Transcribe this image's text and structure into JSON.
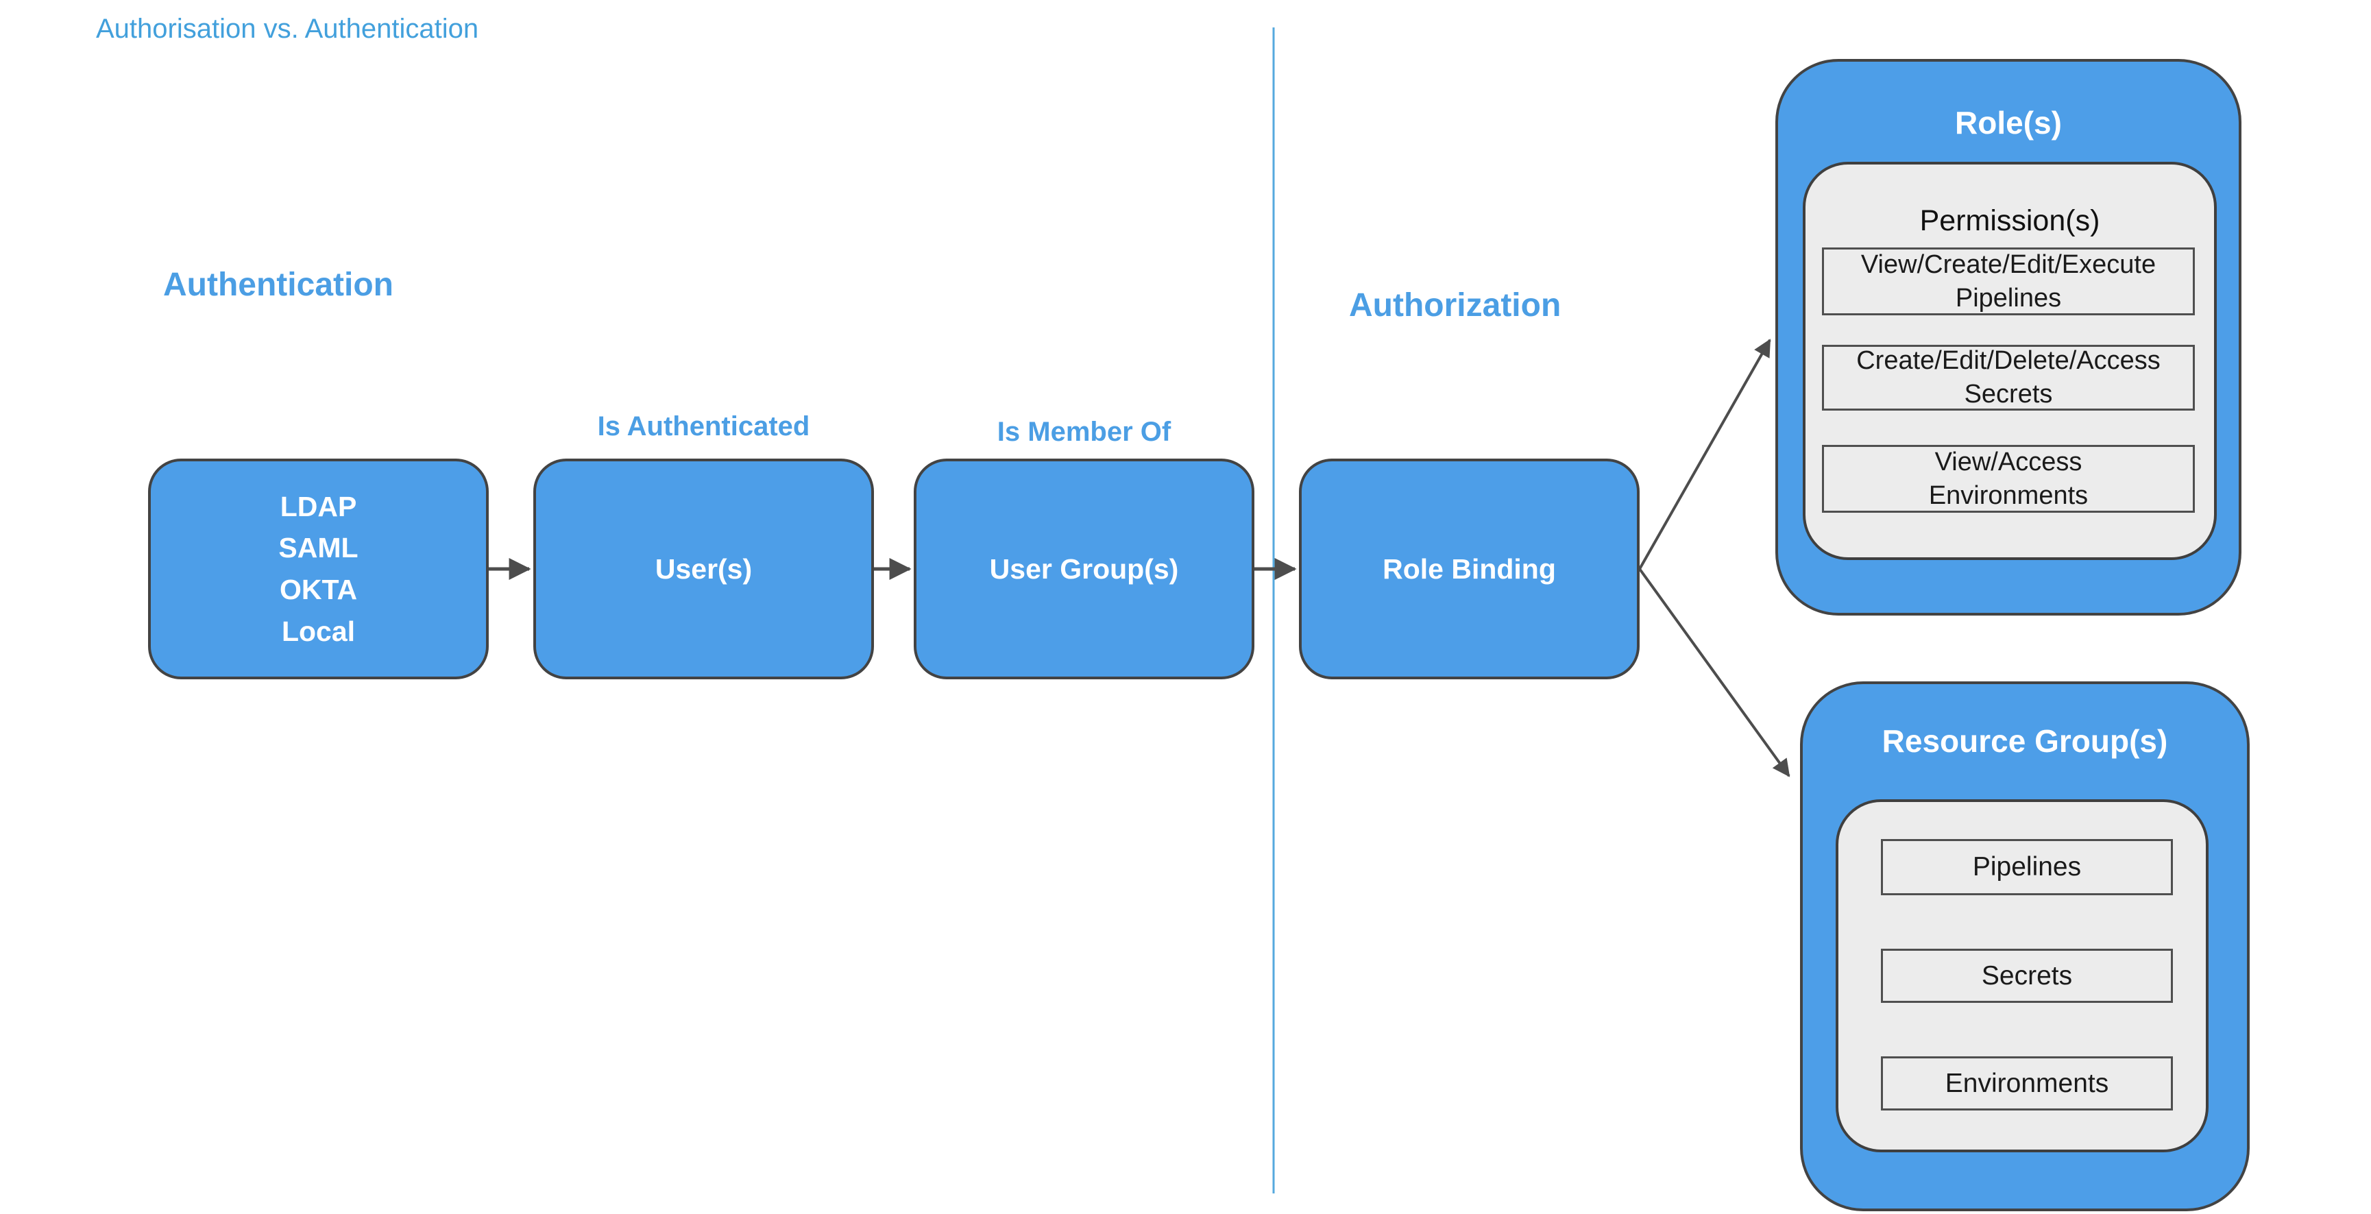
{
  "title": "Authorisation vs. Authentication",
  "sections": {
    "authentication": {
      "heading": "Authentication"
    },
    "authorization": {
      "heading": "Authorization"
    }
  },
  "flow": {
    "identity_providers": {
      "stack": "LDAP\nSAML\nOKTA\nLocal"
    },
    "users": {
      "label": "User(s)",
      "annotation": "Is Authenticated"
    },
    "user_groups": {
      "label": "User Group(s)",
      "annotation": "Is Member Of"
    },
    "role_binding": {
      "label": "Role Binding"
    }
  },
  "role_panel": {
    "title": "Role(s)",
    "subtitle": "Permission(s)",
    "permissions": [
      "View/Create/Edit/Execute\nPipelines",
      "Create/Edit/Delete/Access\nSecrets",
      "View/Access\nEnvironments"
    ]
  },
  "resource_panel": {
    "title": "Resource Group(s)",
    "resources": [
      "Pipelines",
      "Secrets",
      "Environments"
    ]
  },
  "palette": {
    "node_fill": "#4D9EE8",
    "node_border": "#434343",
    "heading_blue": "#4B9EE4",
    "title_blue": "#42A0DC",
    "divider_blue": "#56A9DE",
    "panel_inner_gray": "#ECECEC",
    "arrow_gray": "#4D4D4D",
    "node_text": "#FFFFFF",
    "item_text": "#1A1A1A"
  }
}
